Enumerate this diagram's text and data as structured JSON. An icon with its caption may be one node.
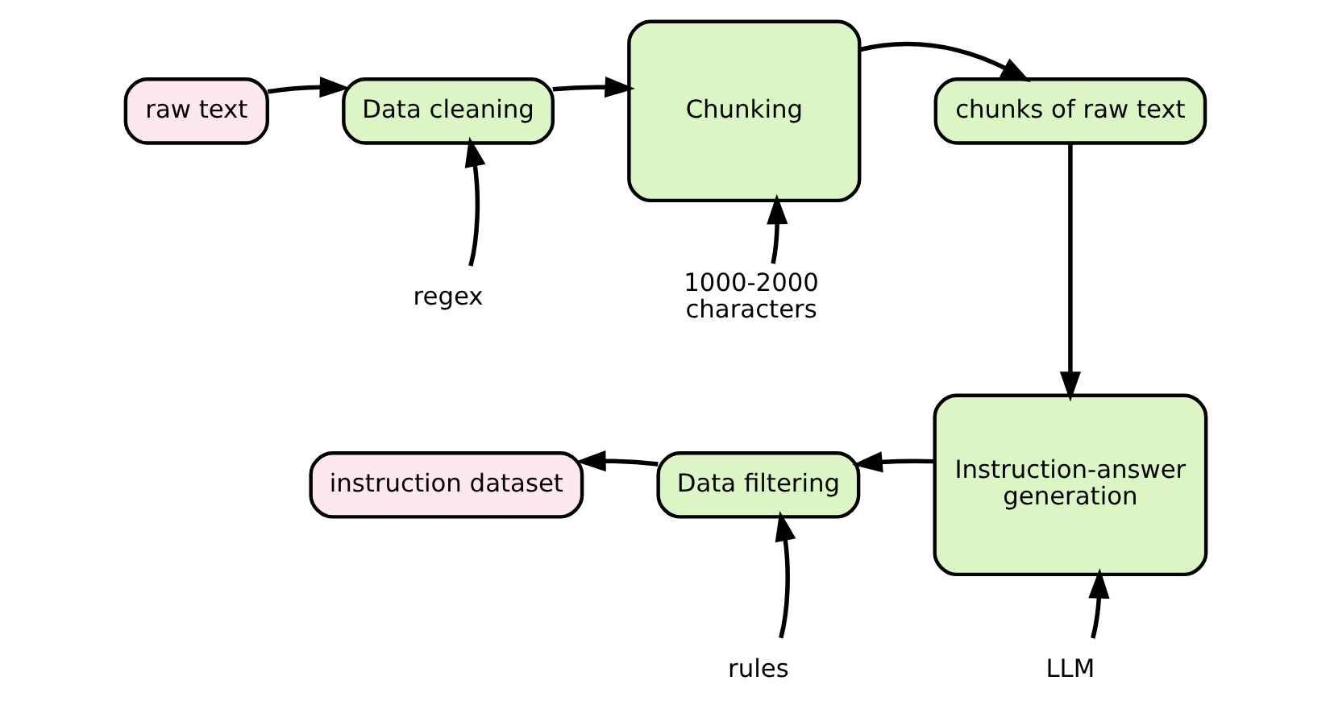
{
  "diagram": {
    "nodes": [
      {
        "text": [
          "raw text"
        ]
      },
      {
        "text": [
          "Data cleaning"
        ]
      },
      {
        "text": [
          "Chunking"
        ]
      },
      {
        "text": [
          "chunks of raw text"
        ]
      },
      {
        "text": [
          "Instruction-answer generation"
        ]
      },
      {
        "text": [
          "Data filtering"
        ]
      },
      {
        "text": [
          "instruction dataset"
        ]
      },
      {
        "text": [
          "regex"
        ]
      },
      {
        "text": [
          "1000-2000 characters"
        ]
      },
      {
        "text": [
          "rules"
        ]
      },
      {
        "text": [
          "LLM"
        ]
      }
    ],
    "edges": [
      {
        "from": 0,
        "to": 1,
        "arrow": "to"
      },
      {
        "from": 1,
        "to": 2,
        "arrow": "to"
      },
      {
        "from": 2,
        "to": 3,
        "arrow": "to"
      },
      {
        "from": 3,
        "to": 4,
        "arrow": "to"
      },
      {
        "from": 4,
        "to": 5,
        "arrow": "to"
      },
      {
        "from": 5,
        "to": 6,
        "arrow": "to"
      },
      {
        "from": 7,
        "to": 1,
        "arrow": "to"
      },
      {
        "from": 8,
        "to": 2,
        "arrow": "to"
      },
      {
        "from": 9,
        "to": 5,
        "arrow": "to"
      },
      {
        "from": 10,
        "to": 4,
        "arrow": "to"
      }
    ]
  }
}
